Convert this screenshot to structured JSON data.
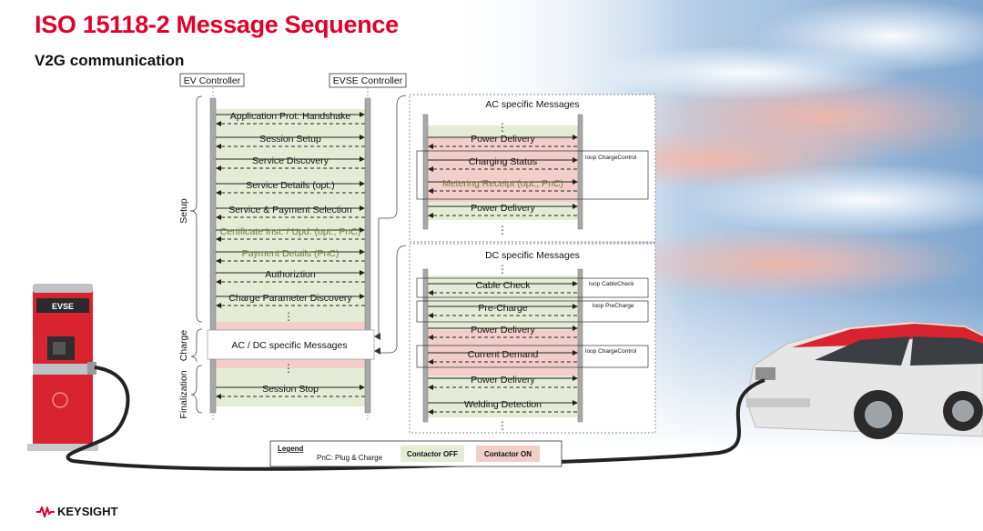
{
  "slide": {
    "title": "ISO 15118-2 Message Sequence",
    "subtitle": "V2G communication",
    "brand": "KEYSIGHT"
  },
  "lifelines": {
    "ev": "EV Controller",
    "evse": "EVSE Controller"
  },
  "phases": {
    "setup": "Setup",
    "charge": "Charge",
    "finalization": "Finalization"
  },
  "main_messages": [
    {
      "label": "Application Prot. Handshake",
      "style": "normal"
    },
    {
      "label": "Session Setup",
      "style": "normal"
    },
    {
      "label": "Service Discovery",
      "style": "normal"
    },
    {
      "label": "Service Details (opt.)",
      "style": "normal"
    },
    {
      "label": "Service & Payment Selection",
      "style": "normal"
    },
    {
      "label": "Certificate Inst. / Upd. (opt., PnC)",
      "style": "pnc"
    },
    {
      "label": "Payment Details (PnC)",
      "style": "pnc"
    },
    {
      "label": "Authoriztion",
      "style": "normal"
    },
    {
      "label": "Charge Parameter Discovery",
      "style": "normal"
    },
    {
      "label": "Session Stop",
      "style": "normal"
    }
  ],
  "specific_box": "AC / DC specific Messages",
  "ac_panel": {
    "title": "AC specific Messages",
    "messages": [
      "Power Delivery",
      "Charging Status",
      "Metering Receipt (opt., PnC)",
      "Power Delivery"
    ],
    "loop": "loop ChargeControl"
  },
  "dc_panel": {
    "title": "DC specific Messages",
    "messages": [
      "Cable Check",
      "Pre-Charge",
      "Power Delivery",
      "Current Demand",
      "Power Delivery",
      "Welding Detection"
    ],
    "loops": [
      "loop CableCheck",
      "loop PreCharge",
      "loop ChargeControl"
    ]
  },
  "legend": {
    "title": "Legend",
    "pnc": "PnC: Plug & Charge",
    "off": "Contactor OFF",
    "on": "Contactor ON"
  },
  "evse_label": "EVSE",
  "colors": {
    "title_red": "#e1002a",
    "contactor_off": "#e4ecd6",
    "contactor_on": "#f2cdca",
    "lifeline": "#a8a8a8",
    "pnc_text": "#6b7d3a"
  }
}
